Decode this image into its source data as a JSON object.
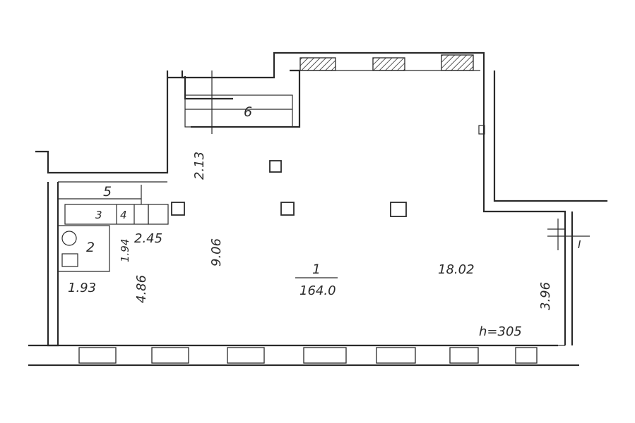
{
  "rooms": {
    "main_number": "1",
    "main_area": "164.0",
    "toilet": "2",
    "closet_3": "3",
    "closet_4": "4",
    "corridor_5": "5",
    "storage_6": "6"
  },
  "dimensions": {
    "length": "18.02",
    "depth": "9.06",
    "left_depth": "4.86",
    "right_depth": "3.96",
    "niche": "2.13",
    "toilet_width": "1.93",
    "toilet_depth": "1.94",
    "corridor_width": "2.45"
  },
  "ceiling_height": "h=305",
  "entrance_mark": "I"
}
